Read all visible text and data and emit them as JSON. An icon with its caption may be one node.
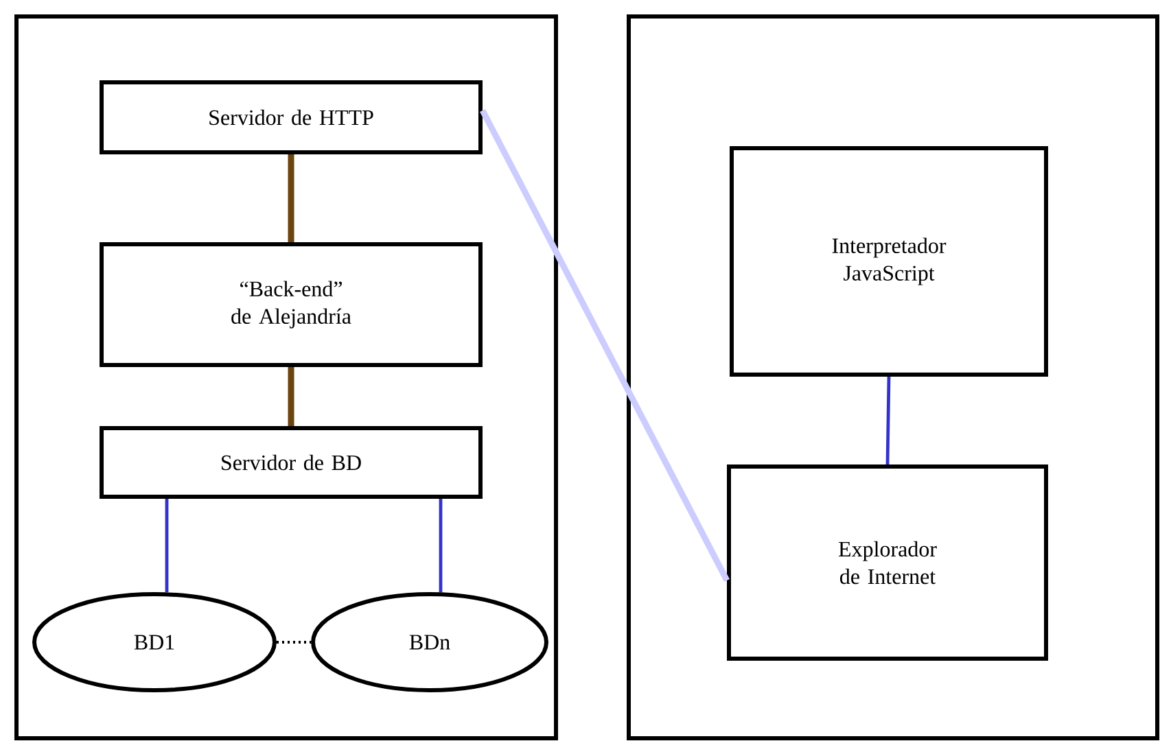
{
  "diagram": {
    "nodes": [
      {
        "text": [],
        "shape": "box"
      },
      {
        "text": [
          "Servidor de HTTP"
        ],
        "in": 0
      },
      {
        "text": [
          "“Back-end” de Alejandría"
        ],
        "in": 0
      },
      {
        "text": [
          "Servidor de BD"
        ],
        "in": 0
      },
      {
        "text": [
          "BD1"
        ],
        "in": 0
      },
      {
        "text": [
          "BDn"
        ],
        "in": 0
      },
      {
        "text": [],
        "shape": "box"
      },
      {
        "text": [
          "Interpretador JavaScript"
        ],
        "in": 6
      },
      {
        "text": [
          "Explorador de Internet"
        ],
        "in": 6
      }
    ],
    "edges": [
      {
        "from": 1,
        "to": 2,
        "arrow": "none",
        "style": "thick",
        "color": "#6b4410"
      },
      {
        "from": 2,
        "to": 3,
        "arrow": "none",
        "style": "thick",
        "color": "#6b4410"
      },
      {
        "from": 3,
        "to": 4,
        "arrow": "none",
        "color": "#3333cc"
      },
      {
        "from": 3,
        "to": 5,
        "arrow": "none",
        "color": "#3333cc"
      },
      {
        "from": 4,
        "to": 5,
        "arrow": "none",
        "style": "dashed",
        "color": "#000000"
      },
      {
        "from": 1,
        "to": 8,
        "arrow": "none",
        "style": "thick",
        "color": "#ccccff"
      },
      {
        "from": 7,
        "to": 8,
        "arrow": "none",
        "color": "#3333cc"
      }
    ]
  }
}
